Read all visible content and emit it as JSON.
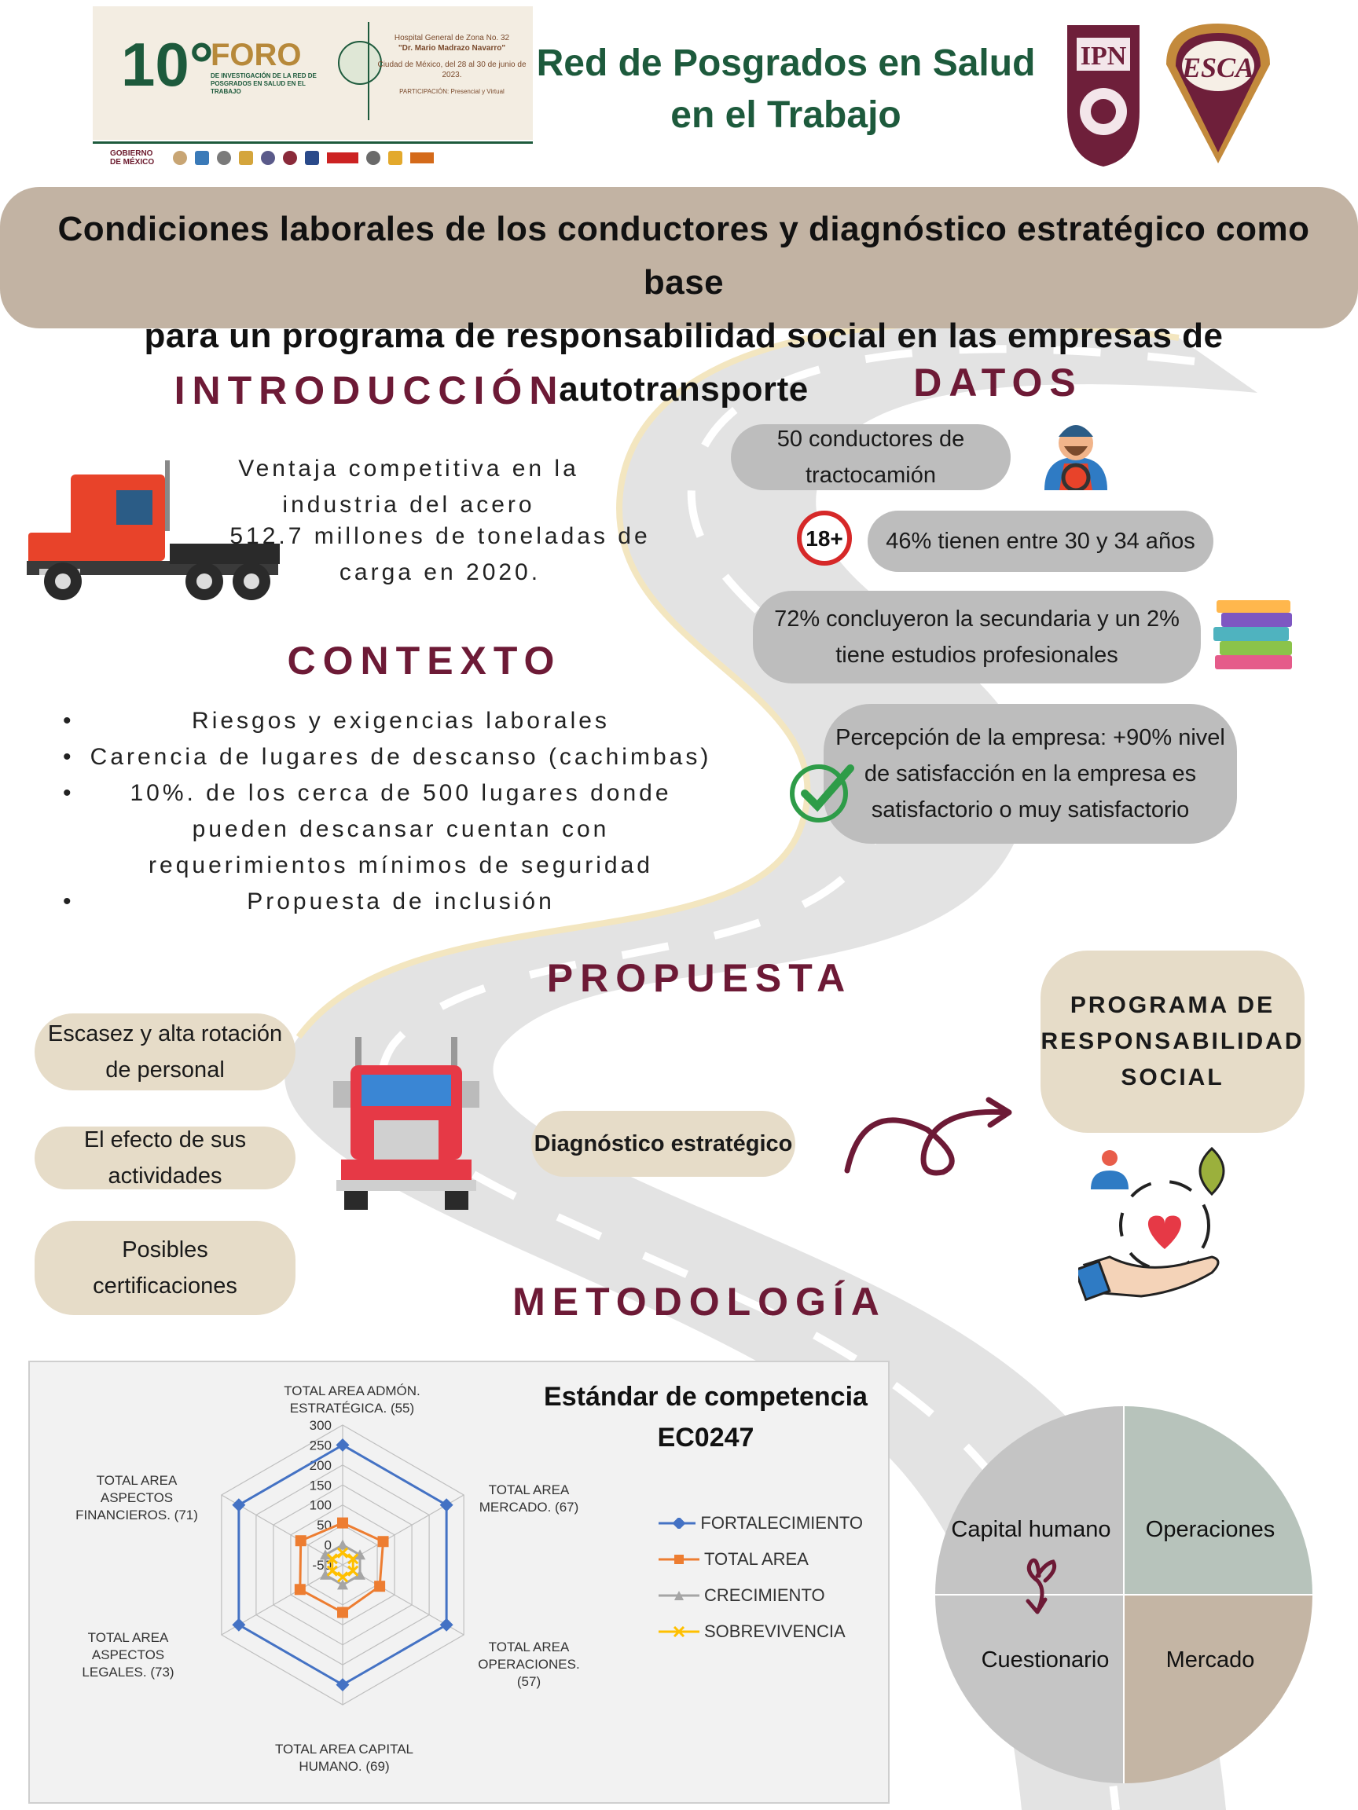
{
  "header": {
    "forum_number": "10°",
    "forum_title": "FORO",
    "forum_subtitle": "DE INVESTIGACIÓN DE LA RED DE POSGRADOS EN SALUD EN EL TRABAJO",
    "hospital_line1": "Hospital General de Zona No. 32",
    "hospital_line2": "\"Dr. Mario Madrazo Navarro\"",
    "city_dates": "Ciudad de México, del 28 al 30 de junio de 2023.",
    "participation": "PARTICIPACIÓN: Presencial y Virtual",
    "gov_label": "GOBIERNO DE MÉXICO",
    "brand_line1": "Red de Posgrados en Salud",
    "brand_line2": "en el Trabajo",
    "logo_ipn": "IPN",
    "logo_esca": "ESCA"
  },
  "title": {
    "line1": "Condiciones laborales de los conductores y diagnóstico estratégico como base",
    "line2": "para un programa de responsabilidad social en las empresas de autotransporte"
  },
  "introduccion": {
    "heading": "INTRODUCCIÓN",
    "line1": "Ventaja competitiva en la",
    "line2": "industria del acero",
    "line3": "512.7 millones de toneladas de",
    "line4": "carga en 2020."
  },
  "contexto": {
    "heading": "CONTEXTO",
    "bullet": "•",
    "items": [
      {
        "lines": [
          "Riesgos y exigencias laborales"
        ]
      },
      {
        "lines": [
          "Carencia de lugares de descanso (cachimbas)"
        ]
      },
      {
        "lines": [
          "10%. de los cerca de 500 lugares donde",
          "pueden descansar cuentan con",
          "requerimientos mínimos de seguridad"
        ]
      },
      {
        "lines": [
          "Propuesta de inclusión"
        ]
      }
    ]
  },
  "datos": {
    "heading": "DATOS",
    "drivers": [
      "50 conductores de",
      "tractocamión"
    ],
    "age_badge": "18+",
    "age": "46% tienen entre 30 y 34 años",
    "education": [
      "72% concluyeron la secundaria y un 2%",
      "tiene estudios profesionales"
    ],
    "perception": [
      "Percepción de la empresa: +90% nivel",
      "de satisfacción en la empresa es",
      "satisfactorio o muy satisfactorio"
    ]
  },
  "propuesta": {
    "heading": "PROPUESTA",
    "items": [
      [
        "Escasez y alta rotación",
        "de personal"
      ],
      [
        "El efecto de sus",
        "actividades"
      ],
      [
        "Posibles",
        "certificaciones"
      ]
    ],
    "diagnostico": "Diagnóstico estratégico",
    "programa": [
      "PROGRAMA DE",
      "RESPONSABILIDAD",
      "SOCIAL"
    ]
  },
  "metodologia": {
    "heading": "METODOLOGÍA",
    "pie_labels": [
      "Capital humano",
      "Operaciones",
      "Cuestionario",
      "Mercado"
    ],
    "pie_colors": [
      "#c4c4c4",
      "#b7c3bb",
      "#c5c5c5",
      "#c4b5a4"
    ]
  },
  "chart_data": {
    "type": "radar",
    "title": "Estándar de competencia EC0247",
    "axes": [
      "TOTAL AREA ADMÓN. ESTRATÉGICA. (55)",
      "TOTAL AREA MERCADO. (67)",
      "TOTAL AREA OPERACIONES. (57)",
      "TOTAL AREA CAPITAL HUMANO. (69)",
      "TOTAL AREA ASPECTOS LEGALES. (73)",
      "TOTAL AREA ASPECTOS FINANCIEROS. (71)"
    ],
    "ticks": [
      "300",
      "250",
      "200",
      "150",
      "100",
      "50",
      "0",
      "-50"
    ],
    "rlim": [
      -50,
      300
    ],
    "series": [
      {
        "name": "FORTALECIMIENTO",
        "color": "#4472c4",
        "marker": "diamond",
        "values": [
          250,
          250,
          250,
          250,
          250,
          250
        ]
      },
      {
        "name": "TOTAL AREA",
        "color": "#ed7d31",
        "marker": "square",
        "values": [
          55,
          67,
          57,
          69,
          73,
          71
        ]
      },
      {
        "name": "CRECIMIENTO",
        "color": "#a5a5a5",
        "marker": "triangle",
        "values": [
          0,
          0,
          0,
          0,
          0,
          0
        ]
      },
      {
        "name": "SOBREVIVENCIA",
        "color": "#ffc000",
        "marker": "x",
        "values": [
          -20,
          -20,
          -20,
          -20,
          -20,
          -20
        ]
      }
    ]
  }
}
